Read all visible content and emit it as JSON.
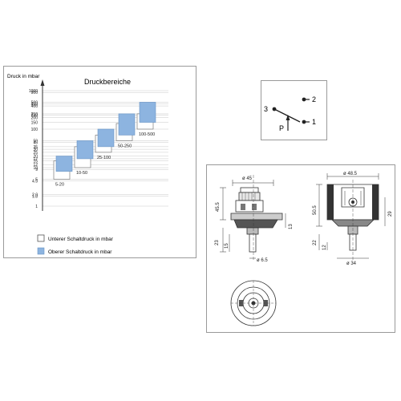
{
  "chart_data": {
    "type": "bar",
    "title": "Druckbereiche",
    "ylabel": "Druck in mbar",
    "y_scale": "log",
    "y_ticks": [
      "1",
      "1.8",
      "2.0",
      "4.5",
      "5",
      "9",
      "10",
      "12",
      "15",
      "17",
      "20",
      "25",
      "30",
      "35",
      "45",
      "50",
      "100",
      "150",
      "200",
      "230",
      "250",
      "400",
      "450",
      "500",
      "900",
      "1000"
    ],
    "categories": [
      "5-20",
      "10-50",
      "25-100",
      "50-250",
      "100-500"
    ],
    "series": [
      {
        "name": "Unterer Schaltdruck in mbar",
        "values": [
          [
            5,
            15
          ],
          [
            10,
            35
          ],
          [
            25,
            70
          ],
          [
            50,
            140
          ],
          [
            100,
            250
          ]
        ]
      },
      {
        "name": "Oberer Schaltdruck in mbar",
        "values": [
          [
            8,
            20
          ],
          [
            17,
            50
          ],
          [
            35,
            100
          ],
          [
            70,
            250
          ],
          [
            150,
            500
          ]
        ]
      }
    ],
    "ylim": [
      1,
      1000
    ],
    "grid": true,
    "legend": "bottom"
  },
  "legend": {
    "lower": "Unterer Schaltdruck in mbar",
    "upper": "Oberer Schaltdruck in mbar"
  },
  "colors": {
    "upper_fill": "#8db4e0",
    "grid": "#c8c8c8",
    "line": "#333333"
  },
  "switch": {
    "terminal_common": "3",
    "terminal_open": "2",
    "terminal_closed": "1",
    "pressure_symbol": "P"
  },
  "drawing": {
    "dim_width_left": "ø 45",
    "dim_width_right": "ø 48.5",
    "dim_height_left": "45.5",
    "dim_height_right": "50.5",
    "dim_13": "13",
    "dim_29": "29",
    "dim_23": "23",
    "dim_15": "15",
    "dim_22": "22",
    "dim_12": "12",
    "dim_shaft": "ø 6.5",
    "dim_base": "ø 34"
  }
}
